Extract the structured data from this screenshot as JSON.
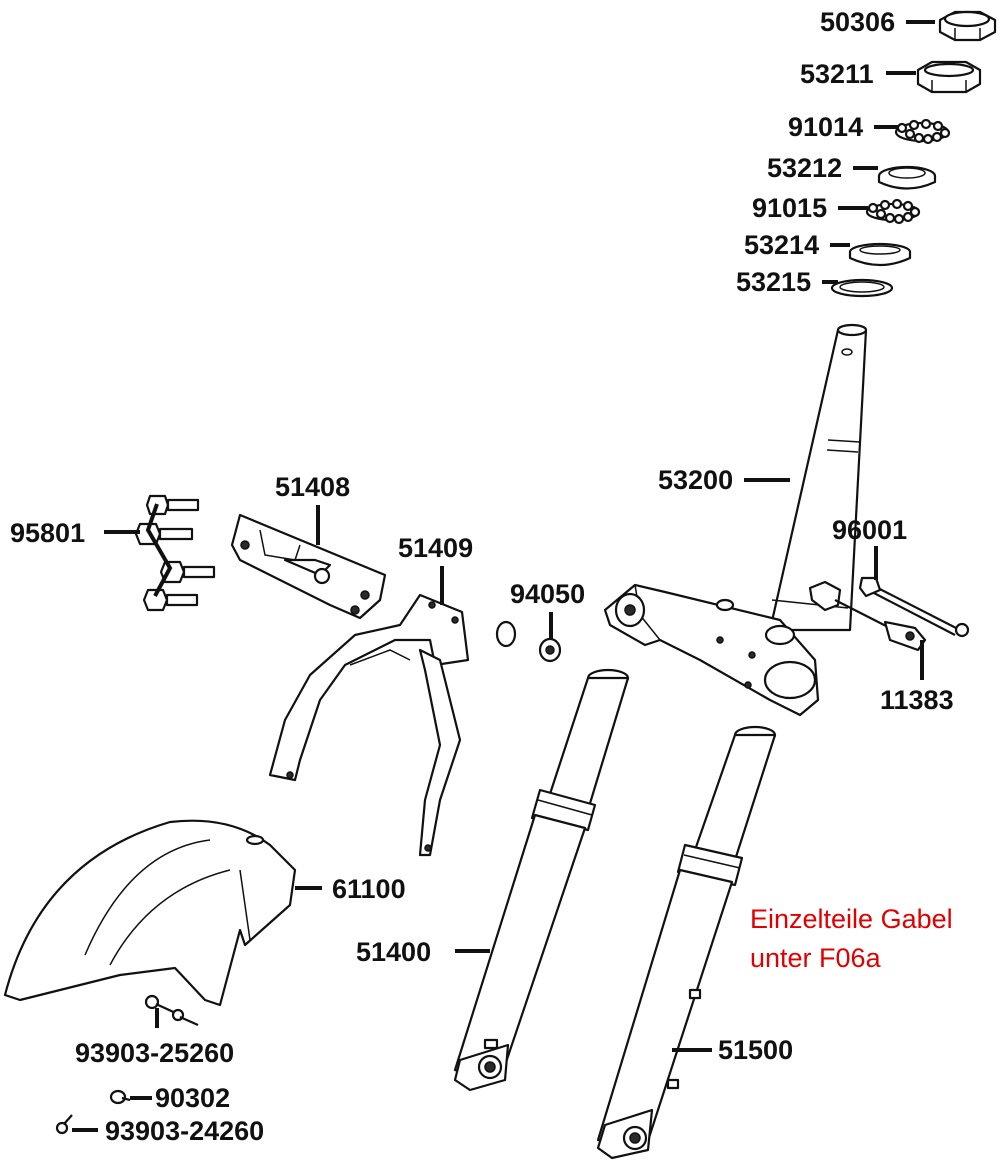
{
  "labels": {
    "p50306": "50306",
    "p53211": "53211",
    "p91014": "91014",
    "p53212": "53212",
    "p91015": "91015",
    "p53214": "53214",
    "p53215": "53215",
    "p53200": "53200",
    "p51408": "51408",
    "p51409": "51409",
    "p95801": "95801",
    "p94050": "94050",
    "p96001": "96001",
    "p11383": "11383",
    "p61100": "61100",
    "p51400": "51400",
    "p51500": "51500",
    "p93903_25260": "93903-25260",
    "p90302": "90302",
    "p93903_24260": "93903-24260"
  },
  "note": {
    "line1": "Einzelteile Gabel",
    "line2": "unter F06a",
    "color": "#e00000"
  }
}
